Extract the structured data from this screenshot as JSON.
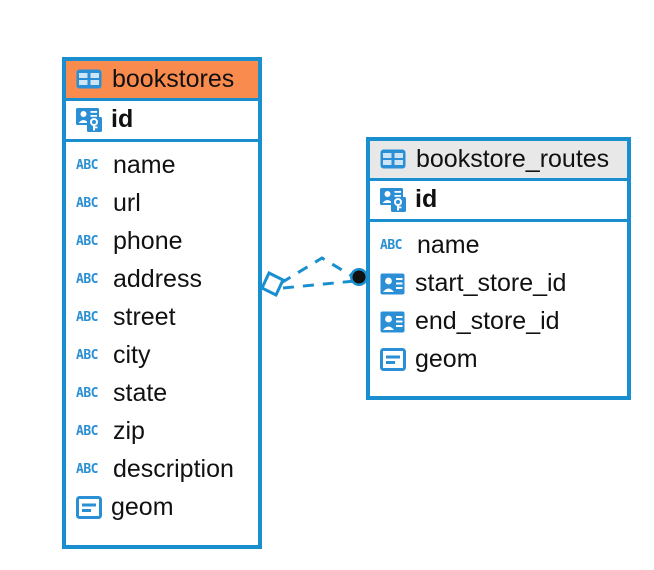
{
  "diagram": {
    "type": "entity-relationship-diagram",
    "background_color": "#ffffff",
    "accent_color": "#1a8fd0",
    "highlight_color": "#f98b4f",
    "header_grey": "#e8e8e8"
  },
  "tables": [
    {
      "name": "bookstores",
      "header_style": "orange",
      "table_icon": "table-icon",
      "primary_key": {
        "label": "id",
        "icon": "primary-key-icon"
      },
      "fields": [
        {
          "label": "name",
          "icon": "abc-icon",
          "icon_text": "ABC"
        },
        {
          "label": "url",
          "icon": "abc-icon",
          "icon_text": "ABC"
        },
        {
          "label": "phone",
          "icon": "abc-icon",
          "icon_text": "ABC"
        },
        {
          "label": "address",
          "icon": "abc-icon",
          "icon_text": "ABC"
        },
        {
          "label": "street",
          "icon": "abc-icon",
          "icon_text": "ABC"
        },
        {
          "label": "city",
          "icon": "abc-icon",
          "icon_text": "ABC"
        },
        {
          "label": "state",
          "icon": "abc-icon",
          "icon_text": "ABC"
        },
        {
          "label": "zip",
          "icon": "abc-icon",
          "icon_text": "ABC"
        },
        {
          "label": "description",
          "icon": "abc-icon",
          "icon_text": "ABC"
        },
        {
          "label": "geom",
          "icon": "geometry-icon",
          "icon_text": ""
        }
      ]
    },
    {
      "name": "bookstore_routes",
      "header_style": "grey",
      "table_icon": "table-icon",
      "primary_key": {
        "label": "id",
        "icon": "primary-key-icon"
      },
      "fields": [
        {
          "label": "name",
          "icon": "abc-icon",
          "icon_text": "ABC"
        },
        {
          "label": "start_store_id",
          "icon": "foreign-key-icon",
          "icon_text": ""
        },
        {
          "label": "end_store_id",
          "icon": "foreign-key-icon",
          "icon_text": ""
        },
        {
          "label": "geom",
          "icon": "geometry-icon",
          "icon_text": ""
        }
      ]
    }
  ],
  "relationship": {
    "style": "dashed",
    "color": "#1a8fd0",
    "source_marker": "diamond-marker",
    "target_marker": "filled-circle-marker"
  }
}
